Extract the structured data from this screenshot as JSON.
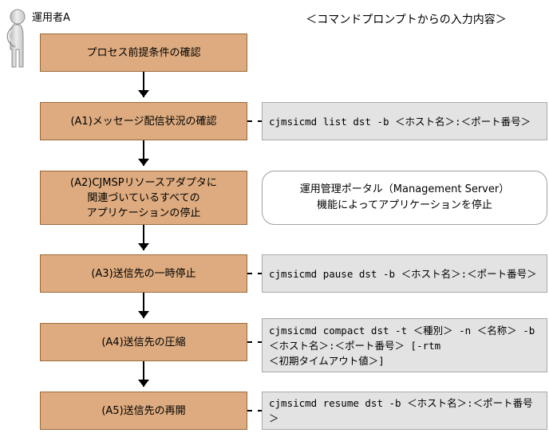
{
  "actor": {
    "icon": "person-actor-icon",
    "label": "運用者A"
  },
  "header": {
    "right_column_title": "＜コマンドプロンプトからの入力内容＞"
  },
  "flow": {
    "steps": [
      {
        "id": "step-precondition",
        "label_lines": [
          "プロセス前提条件の確認"
        ],
        "right": null
      },
      {
        "id": "step-a1",
        "label_lines": [
          "(A1)メッセージ配信状況の確認"
        ],
        "right": {
          "type": "command",
          "lines": [
            "cjmsicmd list dst -b ＜ホスト名＞:＜ポート番号＞"
          ],
          "connector": "dashed"
        }
      },
      {
        "id": "step-a2",
        "label_lines": [
          "(A2)CJMSPリソースアダプタに",
          "関連づいているすべての",
          "アプリケーションの停止"
        ],
        "right": {
          "type": "note",
          "lines": [
            "運用管理ポータル（Management Server）",
            "機能によってアプリケーションを停止"
          ],
          "connector": "none"
        }
      },
      {
        "id": "step-a3",
        "label_lines": [
          "(A3)送信先の一時停止"
        ],
        "right": {
          "type": "command",
          "lines": [
            "cjmsicmd pause dst -b ＜ホスト名＞:＜ポート番号＞"
          ],
          "connector": "dashed"
        }
      },
      {
        "id": "step-a4",
        "label_lines": [
          "(A4)送信先の圧縮"
        ],
        "right": {
          "type": "command",
          "lines": [
            "cjmsicmd compact dst -t ＜種別＞ -n ＜名称＞ -b",
            "＜ホスト名＞:＜ポート番号＞ [-rtm",
            "＜初期タイムアウト値＞]"
          ],
          "connector": "dashed"
        }
      },
      {
        "id": "step-a5",
        "label_lines": [
          "(A5)送信先の再開"
        ],
        "right": {
          "type": "command",
          "lines": [
            "cjmsicmd resume dst -b ＜ホスト名＞:＜ポート番号＞"
          ],
          "connector": "dashed"
        }
      }
    ]
  },
  "colors": {
    "process_fill": "#ddab7f",
    "process_border": "#9a6a3a",
    "command_fill": "#e3e3e3",
    "command_border": "#a9a9a9",
    "note_fill": "#ffffff",
    "note_border": "#a0a0a0",
    "connector": "#000000",
    "actor_fill": "#d9d9d9",
    "background": "#ffffff"
  }
}
